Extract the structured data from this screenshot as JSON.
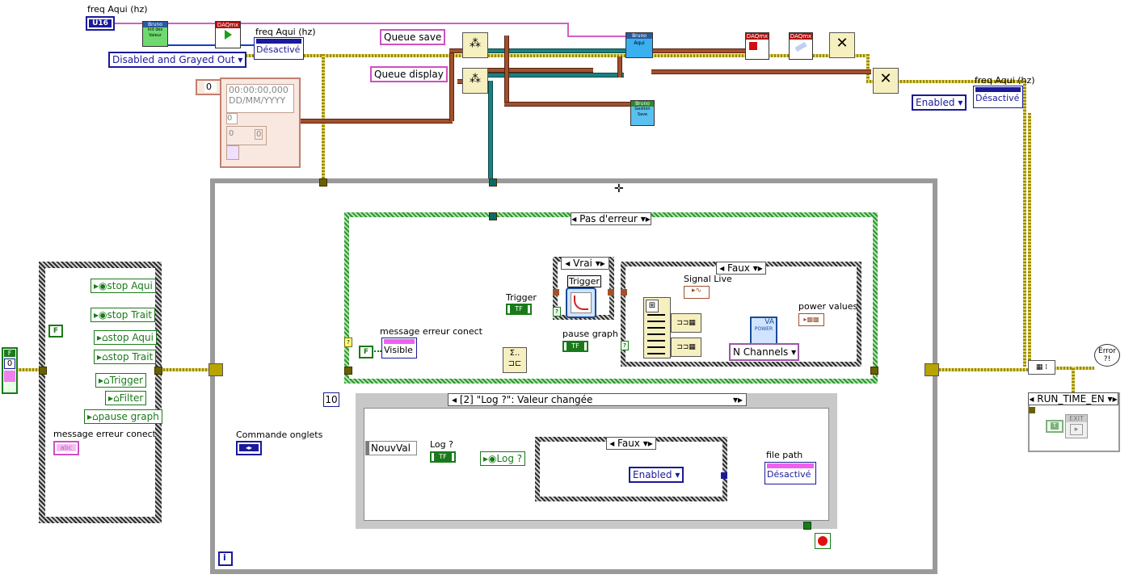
{
  "labels": {
    "freq_top": "freq Aqui (hz)",
    "freq_node1": "freq Aqui (hz)",
    "freq_node2": "freq Aqui (hz)",
    "queue_save": "Queue save",
    "queue_display": "Queue display",
    "disabled_grayed": "Disabled and Grayed Out",
    "desactive": "Désactivé",
    "enabled": "Enabled",
    "u16": "U16",
    "zero": "0",
    "time_stamp": "00:00:00,000",
    "date_stamp": "DD/MM/YYYY",
    "cluster_zero": "0",
    "cluster_zero2": "0",
    "cluster_zero3": "0",
    "pas_erreur": "Pas d'erreur",
    "vrai": "Vrai",
    "faux": "Faux",
    "trigger": "Trigger",
    "trigger_vi": "Trigger",
    "signal_live": "Signal Live",
    "power_values": "power values",
    "pause_graph": "pause graph",
    "n_channels": "N Channels",
    "message_erreur": "message erreur conect",
    "message_erreur2": "message erreur conect",
    "visible": "Visible",
    "false_const": "F",
    "false_const2": "F",
    "stop_aqui_1": "stop Aqui",
    "stop_trait_1": "stop Trait",
    "stop_aqui_2": "stop Aqui",
    "stop_trait_2": "stop Trait",
    "trigger_loc": "Trigger",
    "filter_loc": "Filter",
    "pause_graph_loc": "pause graph",
    "abc": "abc",
    "ten": "10",
    "event_case": "[2] \"Log ?\": Valeur changée",
    "commande_onglets": "Commande onglets",
    "nouvval": "NouvVal",
    "log": "Log ?",
    "log_local": "Log ?",
    "faux2": "Faux",
    "file_path": "file path",
    "enabled2": "Enabled",
    "run_time": "RUN_TIME_EN",
    "i_label": "i",
    "tf": "TF",
    "error_icon": "Error ?!",
    "exit": "EXIT",
    "power_vi": "POWER",
    "bruno": "Bruno",
    "init": "Init des Valeur",
    "aqui": "Aqui",
    "gestion_save": "Gestion Save",
    "daqmx": "DAQmx"
  },
  "colors": {
    "error_cluster": "#b8a300",
    "reference": "#1c8080",
    "waveform": "#a0522d",
    "string": "#d060c0",
    "boolean": "#1a7a1a",
    "numeric_blue": "#1a1a9a"
  },
  "icons": [
    "play-icon",
    "queue-icon",
    "close-icon",
    "stop-icon",
    "error-icon",
    "exit-icon",
    "local-icon",
    "power-icon"
  ]
}
